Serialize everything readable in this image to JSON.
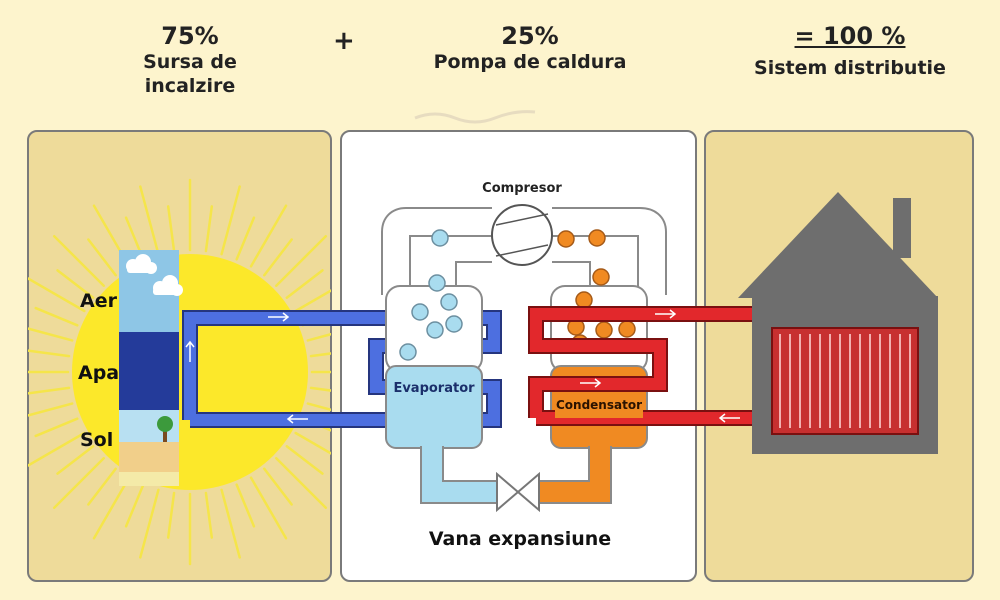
{
  "header": {
    "source_pct": "75%",
    "source_label": "Sursa de incalzire",
    "plus": "+",
    "pump_pct": "25%",
    "pump_label": "Pompa de caldura",
    "total_pct": "= 100 %",
    "total_label": "Sistem distributie"
  },
  "left_panel": {
    "layers": [
      "Aer",
      "Apa",
      "Sol"
    ]
  },
  "pump_panel": {
    "compressor_label": "Compresor",
    "evaporator_label": "Evaporator",
    "condenser_label": "Condensator",
    "valve_label": "Vana expansiune"
  },
  "colors": {
    "background": "#fdf4cd",
    "panel_beige": "#eedb9a",
    "sun": "#fce82a",
    "cold_pipe": "#4d6fe0",
    "hot_pipe": "#e2282c",
    "evaporator": "#a9dcef",
    "condenser": "#f08a22",
    "house": "#6e6e6e",
    "water_layer": "#243b9a"
  }
}
